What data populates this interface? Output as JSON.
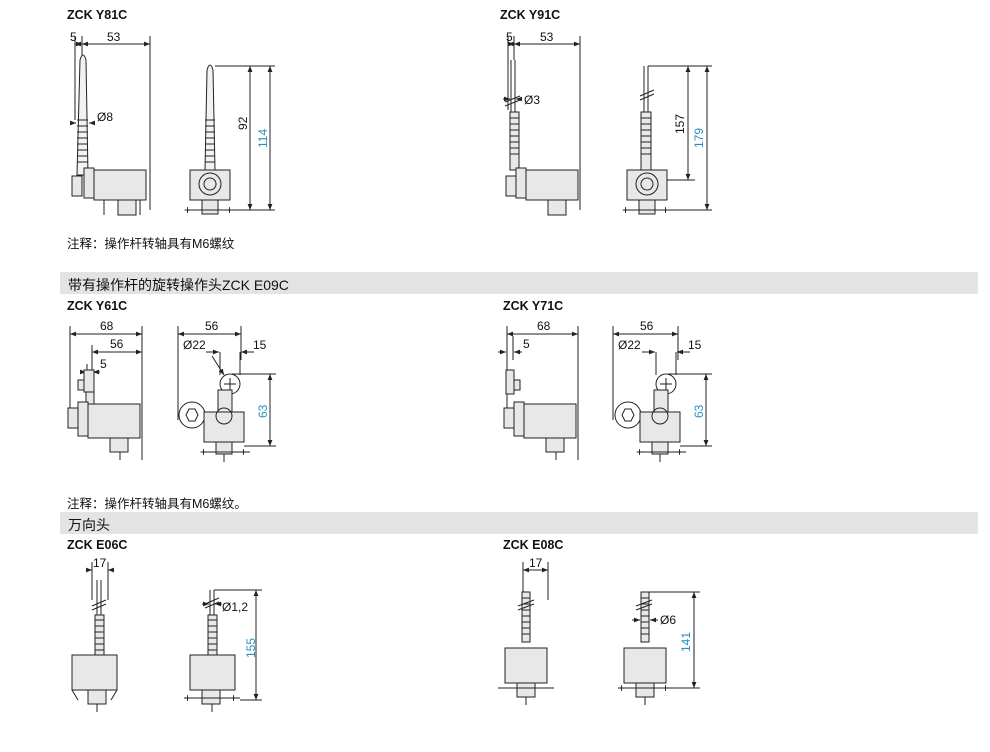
{
  "models": {
    "y81": {
      "title": "ZCK Y81C",
      "dims": {
        "a": "5",
        "b": "53",
        "dia": "Ø8",
        "h1": "92",
        "h2": "114"
      }
    },
    "y91": {
      "title": "ZCK Y91C",
      "dims": {
        "a": "5",
        "b": "53",
        "dia": "Ø3",
        "h1": "157",
        "h2": "179"
      }
    },
    "y61": {
      "title": "ZCK Y61C",
      "dims": {
        "w1": "68",
        "w2": "56",
        "w3": "5",
        "w4": "56",
        "dia": "Ø22",
        "w5": "15",
        "h": "63"
      }
    },
    "y71": {
      "title": "ZCK Y71C",
      "dims": {
        "w1": "68",
        "w3": "5",
        "w4": "56",
        "dia": "Ø22",
        "w5": "15",
        "h": "63"
      }
    },
    "e06": {
      "title": "ZCK E06C",
      "dims": {
        "w": "17",
        "dia": "Ø1,2",
        "h": "155"
      }
    },
    "e08": {
      "title": "ZCK E08C",
      "dims": {
        "w": "17",
        "dia": "Ø6",
        "h": "141"
      }
    }
  },
  "notes": {
    "note1": "注释：操作杆转轴具有M6螺纹",
    "note2": "注释：操作杆转轴具有M6螺纹。"
  },
  "sections": {
    "rotary": "带有操作杆的旋转操作头ZCK E09C",
    "multi": "万向头"
  },
  "colors": {
    "dim_blue": "#2a8fbf",
    "band": "#e3e3e3",
    "body_fill": "#e8e8e8",
    "line": "#222222"
  }
}
